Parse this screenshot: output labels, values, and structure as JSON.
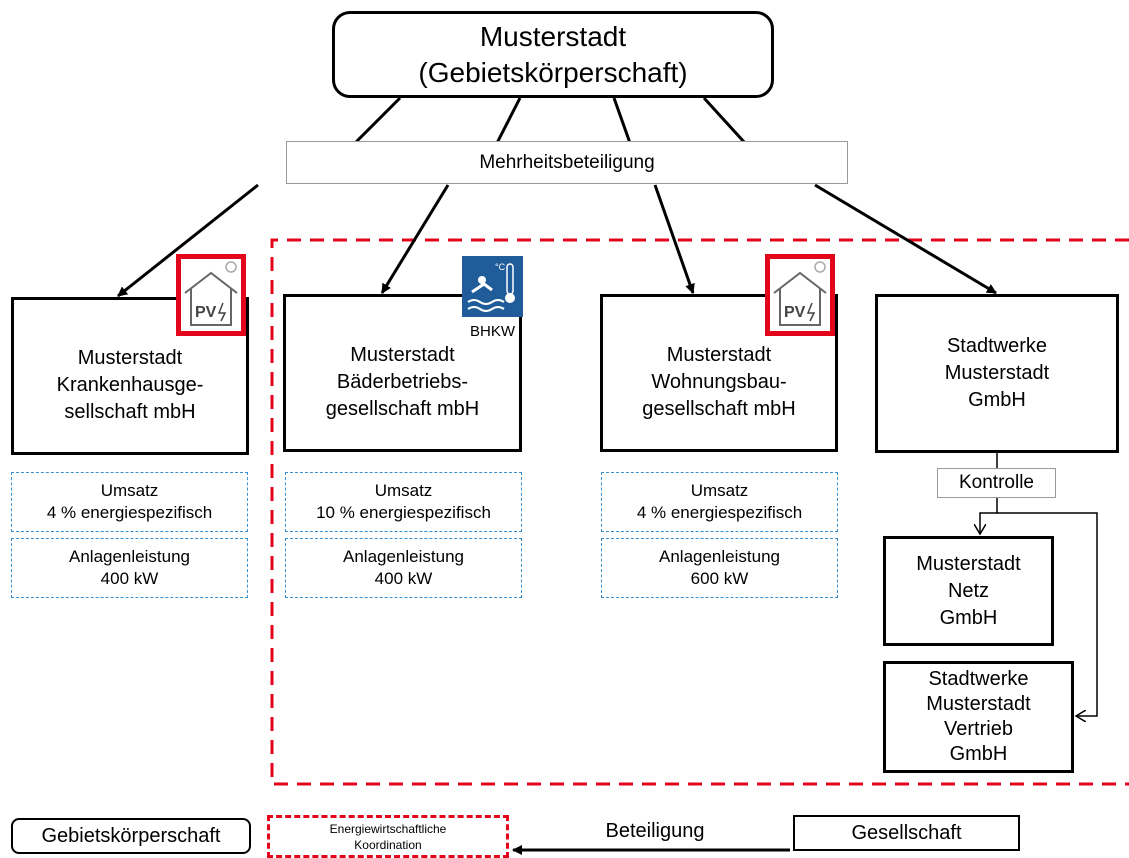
{
  "root": {
    "line1": "Musterstadt",
    "line2": "(Gebietskörperschaft)"
  },
  "majority_label": "Mehrheitsbeteiligung",
  "entities": {
    "krankenhaus": {
      "lines": [
        "Musterstadt",
        "Krankenhausge-",
        "sellschaft mbH"
      ]
    },
    "baeder": {
      "lines": [
        "Musterstadt",
        "Bäderbetriebs-",
        "gesellschaft mbH"
      ]
    },
    "wohnungsbau": {
      "lines": [
        "Musterstadt",
        "Wohnungsbau-",
        "gesellschaft mbH"
      ]
    },
    "stadtwerke": {
      "lines": [
        "Stadtwerke",
        "Musterstadt",
        "GmbH"
      ]
    },
    "netz": {
      "lines": [
        "Musterstadt",
        "Netz",
        "GmbH"
      ]
    },
    "vertrieb": {
      "lines": [
        "Stadtwerke",
        "Musterstadt",
        "Vertrieb",
        "GmbH"
      ]
    }
  },
  "info": {
    "krankenhaus": {
      "umsatz": [
        "Umsatz",
        "4 % energiespezifisch"
      ],
      "leistung": [
        "Anlagenleistung",
        "400 kW"
      ]
    },
    "baeder": {
      "umsatz": [
        "Umsatz",
        "10 % energiespezifisch"
      ],
      "leistung": [
        "Anlagenleistung",
        "400 kW"
      ]
    },
    "wohnungsbau": {
      "umsatz": [
        "Umsatz",
        "4 % energiespezifisch"
      ],
      "leistung": [
        "Anlagenleistung",
        "600 kW"
      ]
    }
  },
  "control_label": "Kontrolle",
  "icons": {
    "pv_text": "PV",
    "bhkw_label": "BHKW",
    "pv_color": "#e3051b",
    "bhkw_color": "#1f5c99"
  },
  "legend": {
    "gebietskoerperschaft": "Gebietskörperschaft",
    "koordination": [
      "Energiewirtschaftliche",
      "Koordination"
    ],
    "beteiligung": "Beteiligung",
    "gesellschaft": "Gesellschaft"
  },
  "colors": {
    "coordination_border": "#e3051b",
    "info_border": "#3a8fd0",
    "line": "#000000"
  }
}
